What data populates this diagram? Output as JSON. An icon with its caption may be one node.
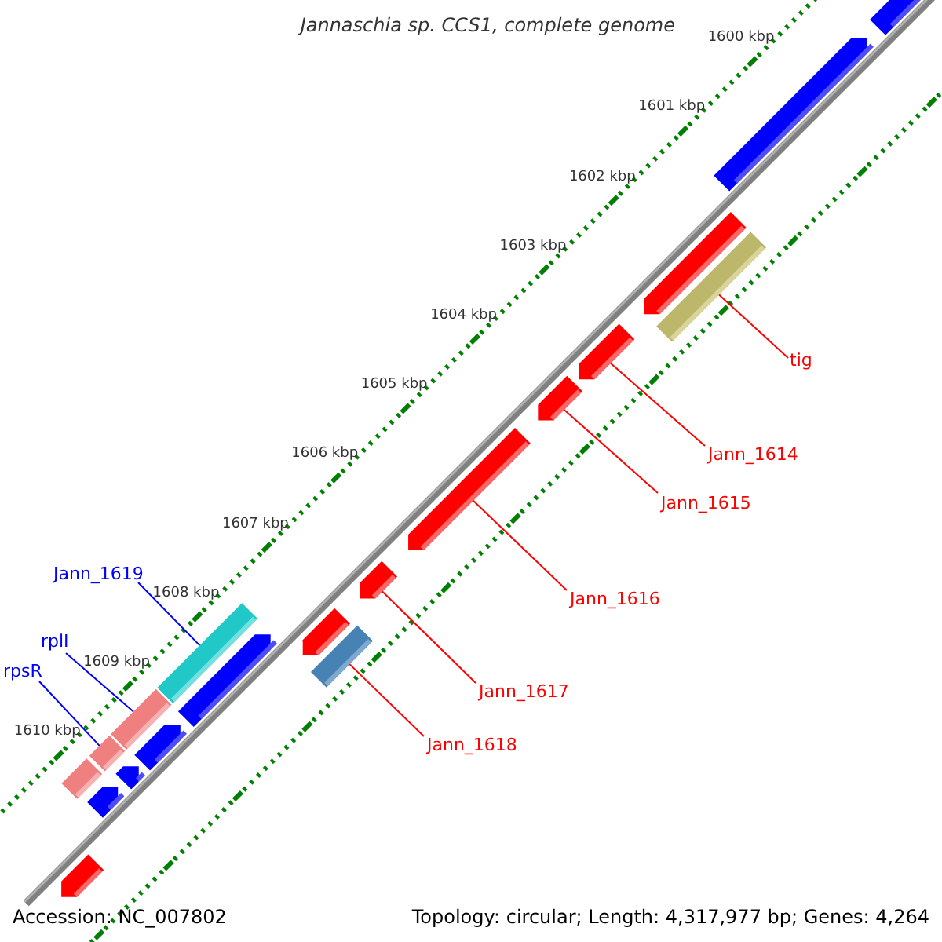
{
  "diagram": {
    "title": "Jannaschia sp. CCS1, complete genome",
    "nodes": [
      {
        "text": [
          "tig"
        ]
      },
      {
        "text": [
          "Jann_1614"
        ]
      },
      {
        "text": [
          "Jann_1615"
        ]
      },
      {
        "text": [
          "Jann_1616"
        ]
      },
      {
        "text": [
          "Jann_1617"
        ]
      },
      {
        "text": [
          "Jann_1618"
        ]
      },
      {
        "text": [
          "Jann_1619"
        ]
      },
      {
        "text": [
          "rplI"
        ]
      },
      {
        "text": [
          "rpsR"
        ]
      },
      {
        "text": [],
        "shape": "pentagon"
      },
      {
        "text": [],
        "shape": "pentagon"
      },
      {
        "text": [],
        "shape": "pentagon"
      },
      {
        "text": [],
        "shape": "bar"
      },
      {
        "text": [],
        "shape": "pentagon"
      },
      {
        "text": [],
        "shape": "pentagon"
      },
      {
        "text": [],
        "shape": "pentagon"
      },
      {
        "text": [],
        "shape": "pentagon"
      },
      {
        "text": [],
        "shape": "bar"
      },
      {
        "text": [],
        "shape": "pentagon"
      },
      {
        "text": [],
        "shape": "bar"
      },
      {
        "text": [],
        "shape": "pentagon"
      },
      {
        "text": [],
        "shape": "bar"
      },
      {
        "text": [],
        "shape": "pentagon"
      },
      {
        "text": [],
        "shape": "bar"
      },
      {
        "text": [],
        "shape": "pentagon"
      },
      {
        "text": [],
        "shape": "pentagon"
      },
      {
        "text": [],
        "shape": "bar"
      },
      {
        "text": [],
        "shape": "pentagon"
      }
    ],
    "edges": [
      {
        "from": 0,
        "to": 12,
        "arrow": "none"
      },
      {
        "from": 1,
        "to": 13,
        "arrow": "none"
      },
      {
        "from": 2,
        "to": 14,
        "arrow": "none"
      },
      {
        "from": 3,
        "to": 15,
        "arrow": "none"
      },
      {
        "from": 4,
        "to": 16,
        "arrow": "none"
      },
      {
        "from": 5,
        "to": 17,
        "arrow": "none"
      },
      {
        "from": 6,
        "to": 19,
        "arrow": "none",
        "color": "#0000ff"
      },
      {
        "from": 7,
        "to": 21,
        "arrow": "none",
        "color": "#0000ff"
      },
      {
        "from": 8,
        "to": 23,
        "arrow": "none",
        "color": "#0000ff"
      }
    ],
    "labels": [
      "1600 kbp",
      "1601 kbp",
      "1602 kbp",
      "1603 kbp",
      "1604 kbp",
      "1605 kbp",
      "1606 kbp",
      "1607 kbp",
      "1608 kbp",
      "1609 kbp",
      "1610 kbp",
      "Accession: NC_007802",
      "Topology: circular; Length: 4,317,977 bp; Genes: 4,264"
    ]
  }
}
